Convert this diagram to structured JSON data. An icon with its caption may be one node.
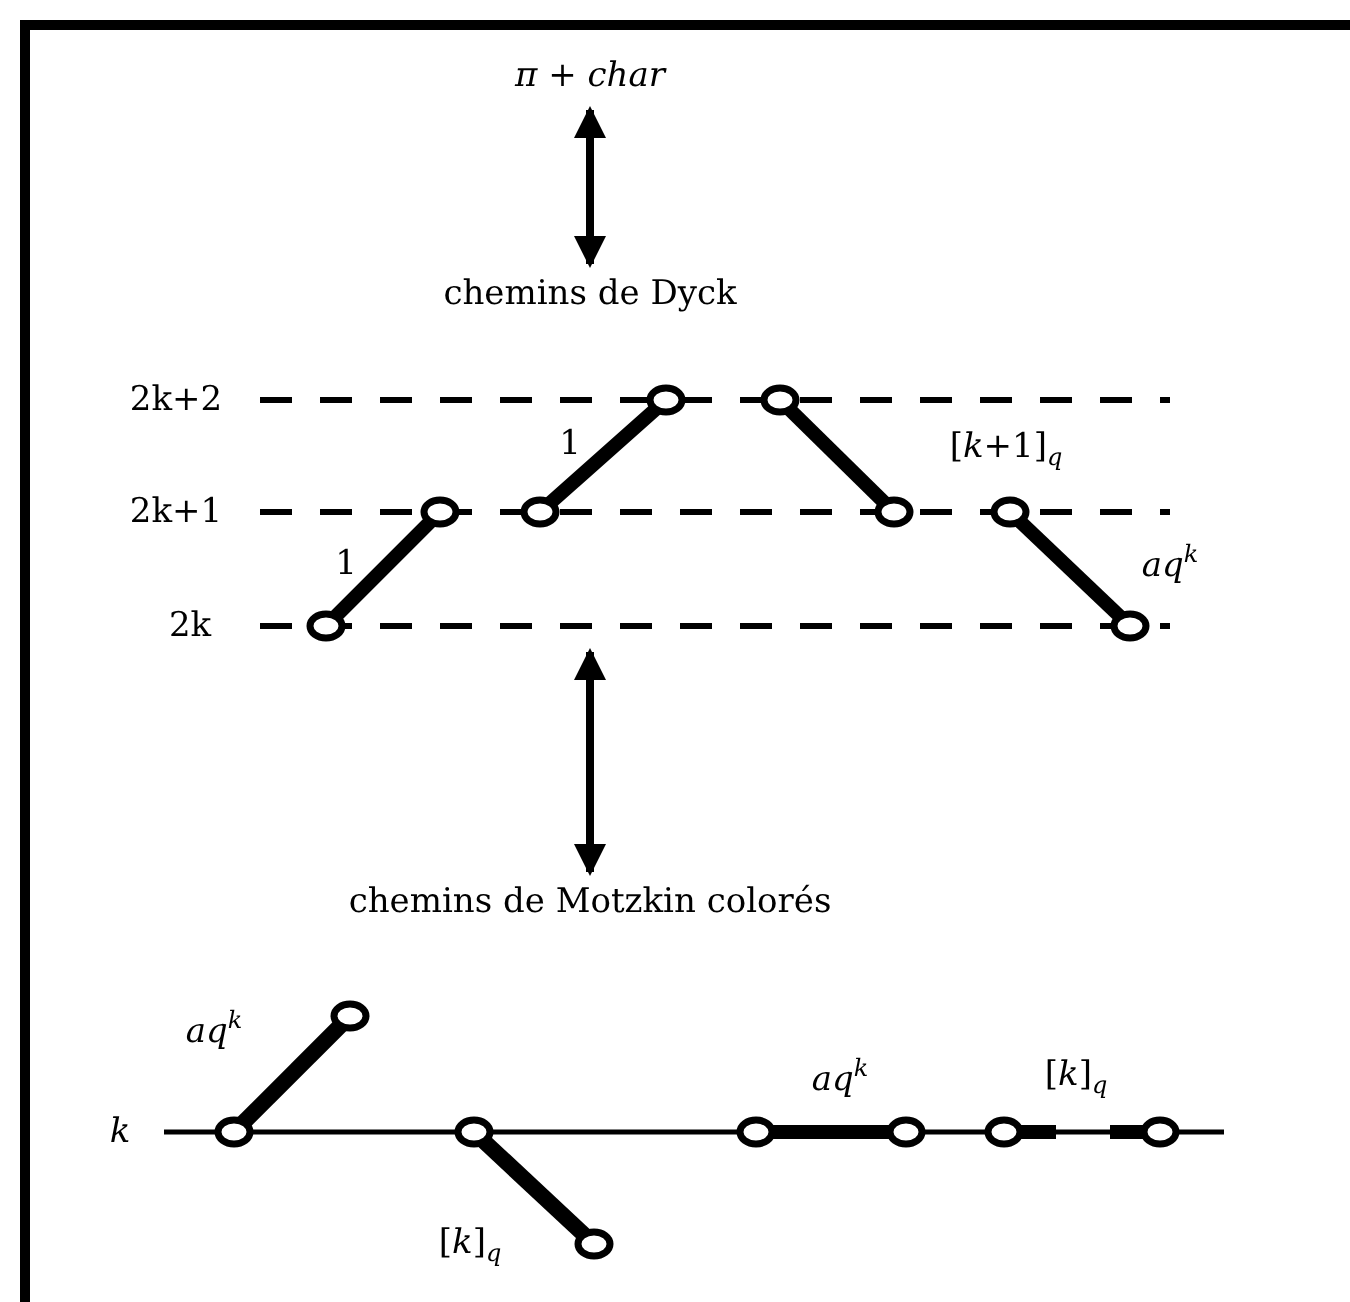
{
  "diagram": {
    "nodes": [
      {
        "text": [
          "π + char"
        ]
      },
      {
        "text": [
          "chemins de Dyck"
        ]
      },
      {
        "text": [
          "chemins de Motzkin colorés"
        ]
      },
      {
        "text": [],
        "shape": "picture"
      }
    ],
    "edges": [
      {
        "from": 0,
        "to": 1,
        "arrow": "both"
      },
      {
        "from": 3,
        "to": 2,
        "arrow": "both"
      }
    ],
    "labels": [
      "2k+2",
      "1",
      "[*k*+1]$_{q}$",
      "2k+1",
      "1",
      "aq$^{k}$",
      "2k",
      "aq$^{k}$",
      "aq$^{k}$",
      "[*k*]$_{q}$",
      "*k*",
      "[*k*]$_{q}$"
    ]
  }
}
